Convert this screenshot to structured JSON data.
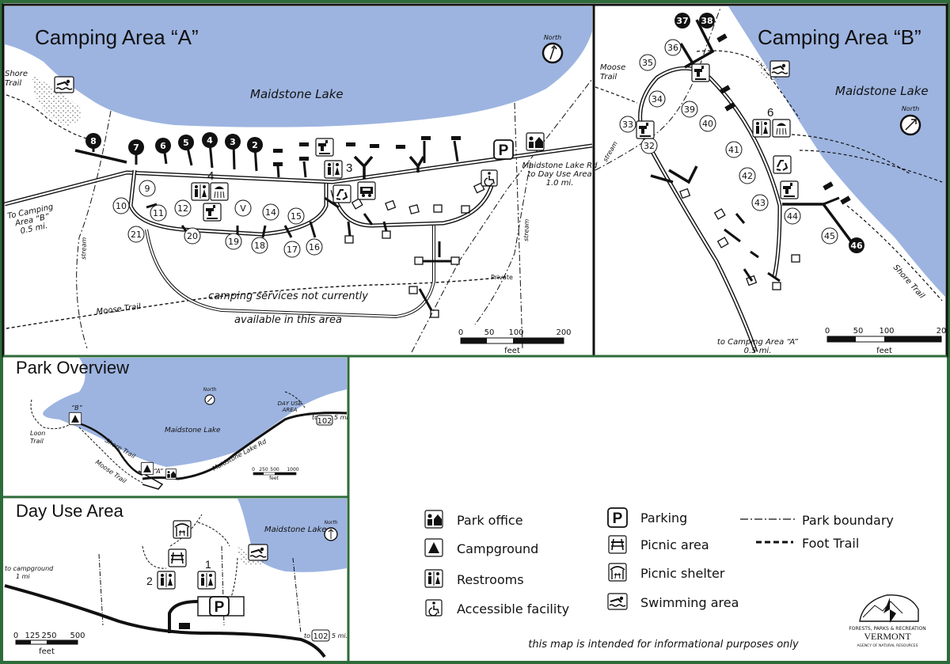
{
  "colors": {
    "water": "#9db4e0",
    "frame": "#2e6b3a",
    "ink": "#111111",
    "paper": "#ffffff"
  },
  "area_a": {
    "title": "Camping Area “A”",
    "lake_label": "Maidstone Lake",
    "north_label": "North",
    "shore_trail": [
      "Shore",
      "Trail"
    ],
    "to_area_b": [
      "To Camping",
      "Area “B”",
      "0.5 mi."
    ],
    "to_day_use": [
      "Maidstone Lake Rd",
      "to Day Use Area",
      "1.0 mi."
    ],
    "stream_label": "stream",
    "moose_trail": "Moose Trail",
    "private_label": "Private",
    "notice": [
      "camping services not currently",
      "available in this area"
    ],
    "loop_numbers": [
      "3",
      "4"
    ],
    "sites_filled": [
      "8",
      "7",
      "6",
      "5",
      "4",
      "3",
      "2"
    ],
    "sites_open": [
      "9",
      "10",
      "11",
      "12",
      "V",
      "14",
      "15",
      "16",
      "17",
      "18",
      "19",
      "20",
      "21"
    ],
    "scale": {
      "ticks": [
        "0",
        "50",
        "100",
        "200"
      ],
      "unit": "feet"
    }
  },
  "area_b": {
    "title": "Camping Area “B”",
    "lake_label": "Maidstone Lake",
    "north_label": "North",
    "moose_trail": [
      "Moose",
      "Trail"
    ],
    "stream_label": "stream",
    "shore_trail": "Shore Trail",
    "to_area_a": [
      "to Camping Area “A”",
      "0.5 mi."
    ],
    "loop_number": "6",
    "sites_filled": [
      "37",
      "38",
      "46"
    ],
    "sites_open": [
      "36",
      "35",
      "34",
      "33",
      "32",
      "39",
      "40",
      "41",
      "42",
      "43",
      "44",
      "45"
    ],
    "scale": {
      "ticks": [
        "0",
        "50",
        "100",
        "20"
      ],
      "unit": "feet"
    }
  },
  "overview": {
    "title": "Park Overview",
    "lake_label": "Maidstone Lake",
    "north_label": "North",
    "loon_trail": [
      "Loon",
      "Trail"
    ],
    "shore_trail": "Shore Trail",
    "moose_trail": "Moose Trail",
    "road_label": "Maidstone Lake Rd",
    "day_use": [
      "DAY USE",
      "AREA"
    ],
    "marker_b": "“B”",
    "marker_a": "“A”",
    "to_label": "to",
    "route": "102",
    "distance": "5 mi.",
    "scale": {
      "ticks": [
        "0",
        "250",
        "500",
        "1000"
      ],
      "unit": "feet"
    }
  },
  "day_use": {
    "title": "Day Use Area",
    "lake_label": "Maidstone Lake",
    "north_label": "North",
    "to_campground": [
      "to campground",
      "1 mi"
    ],
    "restroom_numbers": [
      "1",
      "2"
    ],
    "to_label": "to",
    "route": "102",
    "distance": "5 mi.",
    "scale": {
      "ticks": [
        "0",
        "125",
        "250",
        "500"
      ],
      "unit": "feet"
    }
  },
  "legend": {
    "items": [
      {
        "icon": "park-office-icon",
        "label": "Park office"
      },
      {
        "icon": "campground-icon",
        "label": "Campground"
      },
      {
        "icon": "restrooms-icon",
        "label": "Restrooms"
      },
      {
        "icon": "accessible-facility-icon",
        "label": "Accessible facility"
      },
      {
        "icon": "parking-icon",
        "label": "Parking"
      },
      {
        "icon": "picnic-area-icon",
        "label": "Picnic area"
      },
      {
        "icon": "picnic-shelter-icon",
        "label": "Picnic shelter"
      },
      {
        "icon": "swimming-area-icon",
        "label": "Swimming area"
      },
      {
        "icon": "park-boundary-line",
        "label": "Park boundary"
      },
      {
        "icon": "foot-trail-line",
        "label": "Foot Trail"
      }
    ],
    "disclaimer": "this map is intended for informational purposes only"
  },
  "logo": {
    "line1": "FORESTS, PARKS & RECREATION",
    "line2": "VERMONT",
    "line3": "AGENCY OF NATURAL RESOURCES"
  }
}
